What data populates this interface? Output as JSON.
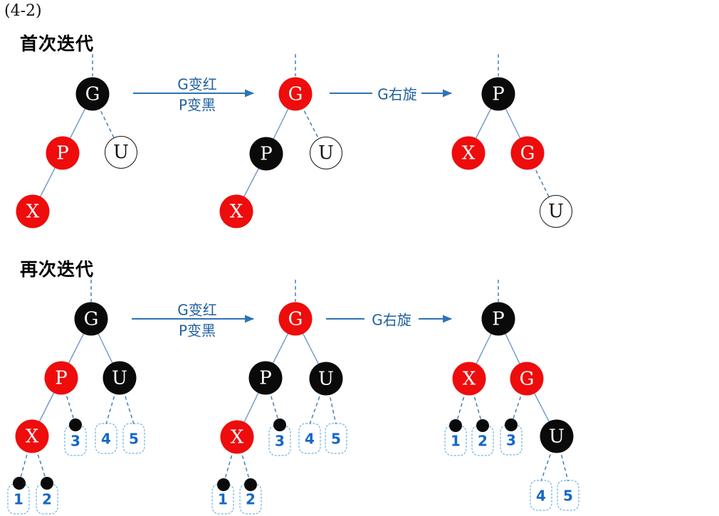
{
  "figure_label": "(4-2)",
  "palette": {
    "node_red": "#EE0C0C",
    "node_black": "#0A0A0A",
    "node_white_fill": "#FFFFFF",
    "edge_solid_blue": "#6E96C8",
    "edge_dashed_blue": "#3C78AE",
    "arrow_blue": "#2E74B5",
    "arrow_label_blue": "#20619F",
    "slot_border_blue": "#46A2DE",
    "slot_number_blue": "#1467C8"
  },
  "section1": {
    "heading": "首次迭代",
    "arrow1": {
      "line1": "G变红",
      "line2": "P变黑"
    },
    "arrow2": {
      "label": "G右旋"
    },
    "tree1": {
      "root": "G",
      "left": "P",
      "right": "U",
      "left_left": "X"
    },
    "tree2": {
      "root": "G",
      "left": "P",
      "right": "U",
      "left_left": "X"
    },
    "tree3": {
      "root": "P",
      "left": "X",
      "right": "G",
      "right_right": "U"
    }
  },
  "section2": {
    "heading": "再次迭代",
    "arrow1": {
      "line1": "G变红",
      "line2": "P变黑"
    },
    "arrow2": {
      "label": "G右旋"
    },
    "tree1": {
      "root": "G",
      "left": "P",
      "right": "U",
      "left_left": "X",
      "slots": [
        "1",
        "2",
        "3",
        "4",
        "5"
      ]
    },
    "tree2": {
      "root": "G",
      "left": "P",
      "right": "U",
      "left_left": "X",
      "slots": [
        "1",
        "2",
        "3",
        "4",
        "5"
      ]
    },
    "tree3": {
      "root": "P",
      "left": "X",
      "right": "G",
      "right_right": "U",
      "slots": [
        "1",
        "2",
        "3",
        "4",
        "5"
      ]
    }
  }
}
